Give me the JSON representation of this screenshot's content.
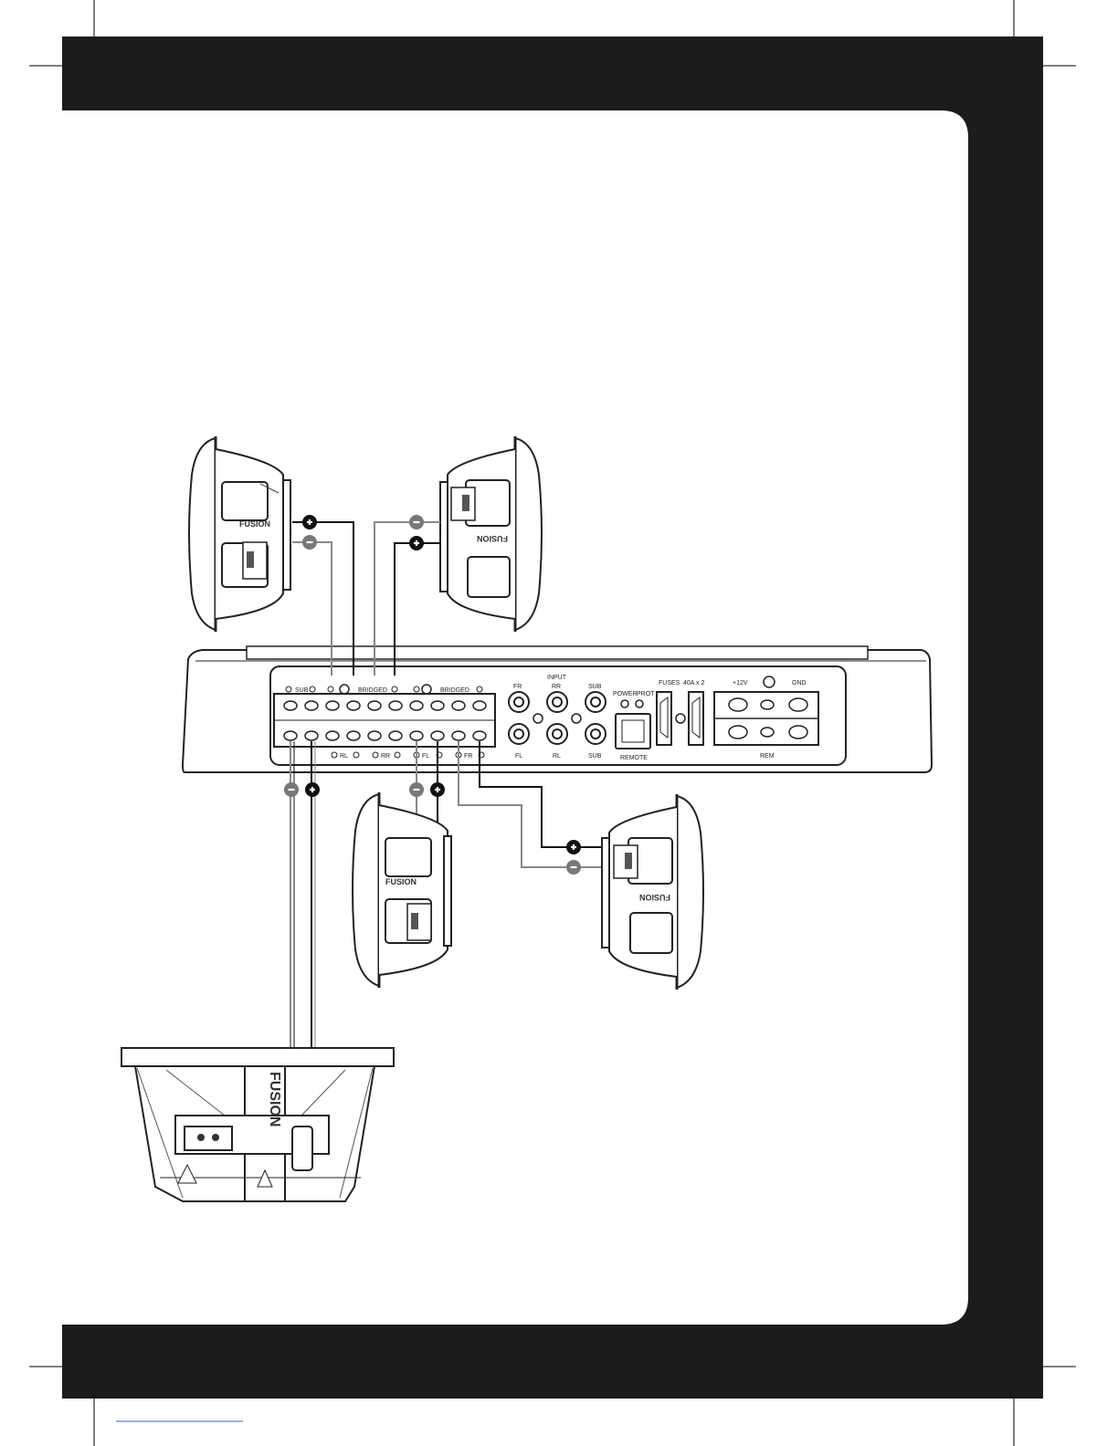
{
  "amplifier": {
    "terminal_labels_top": {
      "sub": "SUB",
      "bridged_left": "BRIDGED",
      "bridged_right": "BRIDGED"
    },
    "terminal_labels_bottom": {
      "rl": "RL",
      "rr": "RR",
      "fl": "FL",
      "fr": "FR"
    },
    "input": {
      "title": "INPUT",
      "top_row": [
        "FR",
        "RR",
        "SUB"
      ],
      "bottom_row": [
        "FL",
        "RL",
        "SUB"
      ]
    },
    "indicators": {
      "power": "POWER",
      "prot": "PROT"
    },
    "remote_label": "REMOTE",
    "fuses": {
      "label": "FUSES",
      "rating": "40A x 2"
    },
    "power_terminals": {
      "plus12": "+12V",
      "gnd": "GND",
      "rem": "REM"
    }
  },
  "speakers": [
    {
      "position": "top-left",
      "brand": "FUSION"
    },
    {
      "position": "top-right",
      "brand": "FUSION"
    },
    {
      "position": "bottom-left",
      "brand": "FUSION"
    },
    {
      "position": "bottom-right",
      "brand": "FUSION"
    }
  ],
  "subwoofer": {
    "brand": "FUSION"
  },
  "colors": {
    "header_band": "#1c1c1c",
    "wire_positive": "#111111",
    "wire_negative": "#8a8a8a"
  }
}
